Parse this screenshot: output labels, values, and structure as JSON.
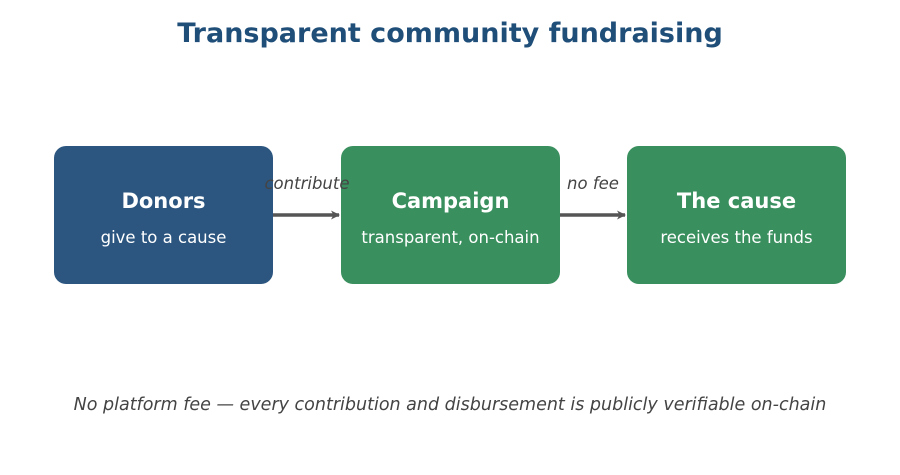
{
  "title": "Transparent community fundraising",
  "nodes": [
    {
      "title": "Donors",
      "subtitle": "give to a cause",
      "color": "#2c5680"
    },
    {
      "title": "Campaign",
      "subtitle": "transparent, on-chain",
      "color": "#3a8f5e"
    },
    {
      "title": "The cause",
      "subtitle": "receives the funds",
      "color": "#3a8f5e"
    }
  ],
  "edges": [
    {
      "from": "Donors",
      "to": "Campaign",
      "label": "contribute"
    },
    {
      "from": "Campaign",
      "to": "The cause",
      "label": "no fee"
    }
  ],
  "footnote": "No platform fee — every contribution and disbursement is publicly verifiable on-chain",
  "colors": {
    "title": "#1f4e79",
    "arrow": "#555555",
    "label": "#444444"
  }
}
